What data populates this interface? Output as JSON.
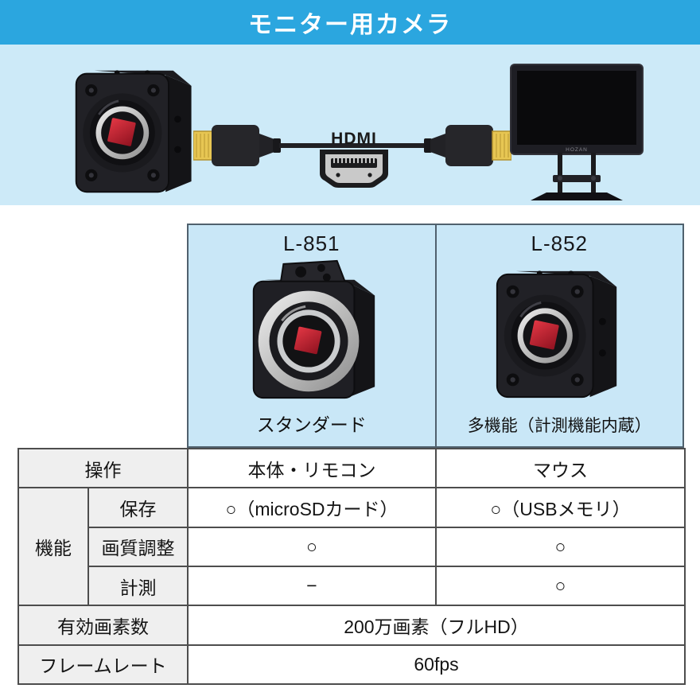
{
  "banner": {
    "title": "モニター用カメラ"
  },
  "hero": {
    "hdmi_logo_text": "HDMI",
    "monitor_brand": "HOZAN"
  },
  "products": {
    "items": [
      {
        "model": "L-851",
        "caption": "スタンダード"
      },
      {
        "model": "L-852",
        "caption": "多機能（計測機能内蔵）"
      }
    ]
  },
  "spec_table": {
    "row_operation": {
      "label": "操作",
      "l851": "本体・リモコン",
      "l852": "マウス"
    },
    "group_function": {
      "label": "機能"
    },
    "row_save": {
      "label": "保存",
      "l851": "○（microSDカード）",
      "l852": "○（USBメモリ）"
    },
    "row_quality": {
      "label": "画質調整",
      "l851": "○",
      "l852": "○"
    },
    "row_measure": {
      "label": "計測",
      "l851": "−",
      "l852": "○"
    },
    "row_pixels": {
      "label": "有効画素数",
      "value": "200万画素（フルHD）"
    },
    "row_framerate": {
      "label": "フレームレート",
      "value": "60fps"
    }
  },
  "colors": {
    "banner_bg": "#2ba6df",
    "hero_bg": "#cdeaf8",
    "panel_bg": "#c9e7f7",
    "label_cell_bg": "#efefef",
    "table_border": "#4d4d4d",
    "sensor_red": "#c9232f",
    "connector_gold": "#e7c653"
  }
}
